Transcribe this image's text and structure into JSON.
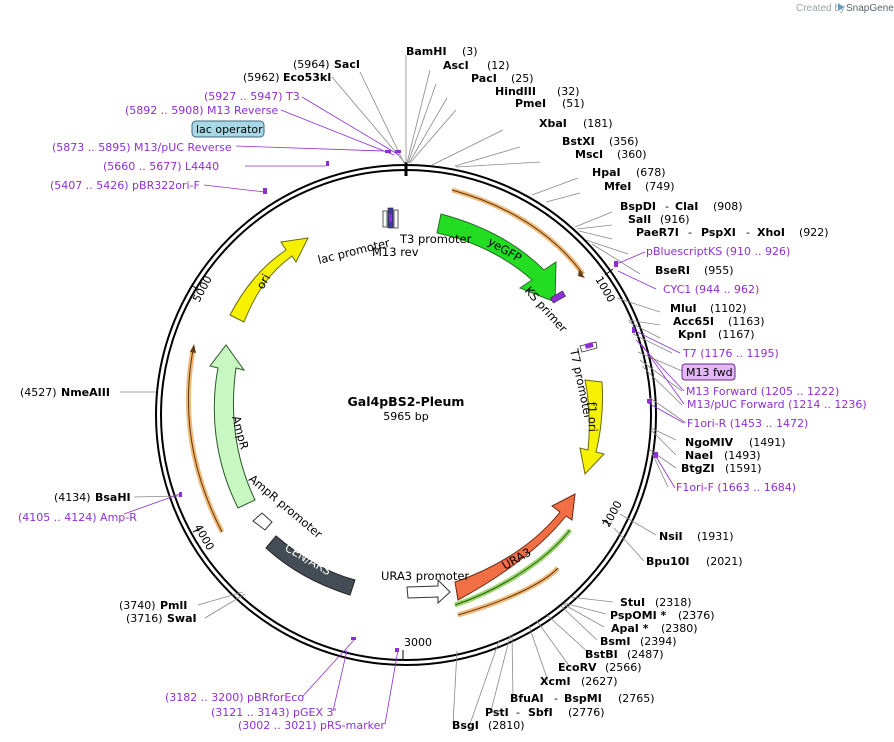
{
  "watermark": {
    "created_by": "Created by",
    "product": "SnapGene",
    "color": "#5aa0c8"
  },
  "plasmid": {
    "name": "Gal4pBS2-Pleum",
    "size": "5965 bp"
  },
  "ticks": [
    "1000",
    "2000",
    "3000",
    "4000",
    "5000"
  ],
  "sites": {
    "bamhi": "BamHI",
    "bamhi_pos": "(3)",
    "asci": "AscI",
    "asci_pos": "(12)",
    "paci": "PacI",
    "paci_pos": "(25)",
    "hindiii": "HindIII",
    "hindiii_pos": "(32)",
    "pmei": "PmeI",
    "pmei_pos": "(51)",
    "xbai": "XbaI",
    "xbai_pos": "(181)",
    "bstxi": "BstXI",
    "bstxi_pos": "(356)",
    "msci": "MscI",
    "msci_pos": "(360)",
    "hpai": "HpaI",
    "hpai_pos": "(678)",
    "mfei": "MfeI",
    "mfei_pos": "(749)",
    "bspdi": "BspDI",
    "dash1": "-",
    "clai": "ClaI",
    "clai_pos": "(908)",
    "sali": "SalI",
    "sali_pos": "(916)",
    "paer7i": "PaeR7I",
    "dash2": "-",
    "pspxi": "PspXI",
    "dash3": "-",
    "xhoi": "XhoI",
    "xhoi_pos": "(922)",
    "bseri": "BseRI",
    "bseri_pos": "(955)",
    "mlui": "MluI",
    "mlui_pos": "(1102)",
    "acc65i": "Acc65I",
    "acc65i_pos": "(1163)",
    "kpni": "KpnI",
    "kpni_pos": "(1167)",
    "ngomiv": "NgoMIV",
    "ngomiv_pos": "(1491)",
    "naei": "NaeI",
    "naei_pos": "(1493)",
    "btgzi": "BtgZI",
    "btgzi_pos": "(1591)",
    "nsii": "NsiI",
    "nsii_pos": "(1931)",
    "bpu10i": "Bpu10I",
    "bpu10i_pos": "(2021)",
    "stui": "StuI",
    "stui_pos": "(2318)",
    "pspomi": "PspOMI *",
    "pspomi_pos": "(2376)",
    "apai": "ApaI *",
    "apai_pos": "(2380)",
    "bsmi": "BsmI",
    "bsmi_pos": "(2394)",
    "bstbi": "BstBI",
    "bstbi_pos": "(2487)",
    "ecorv": "EcoRV",
    "ecorv_pos": "(2566)",
    "xcmi": "XcmI",
    "xcmi_pos": "(2627)",
    "bfuai": "BfuAI",
    "dash4": "-",
    "bspmi": "BspMI",
    "bspmi_pos": "(2765)",
    "psti": "PstI",
    "dash5": "-",
    "sbfi": "SbfI",
    "sbfi_pos": "(2776)",
    "bsgi": "BsgI",
    "bsgi_pos": "(2810)",
    "pmli_pos": "(3740)",
    "pmli": "PmlI",
    "swai_pos": "(3716)",
    "swai": "SwaI",
    "bsahi_pos": "(4134)",
    "bsahi": "BsaHI",
    "nmeaiii_pos": "(4527)",
    "nmeaiii": "NmeAIII",
    "saci_pos": "(5964)",
    "saci": "SacI",
    "eco53ki_pos": "(5962)",
    "eco53ki": "Eco53kI"
  },
  "primers": {
    "t3": "(5927 .. 5947)  T3",
    "m13rev": "(5892 .. 5908)  M13 Reverse",
    "lac_operator": "lac operator",
    "m13puc_rev": "(5873 .. 5895)  M13/pUC Reverse",
    "l4440": "(5660 .. 5677)  L4440",
    "pbr322ori": "(5407 .. 5426)  pBR322ori-F",
    "pbluescriptks": "pBluescriptKS    (910 .. 926)",
    "cyc1": "CYC1    (944 .. 962)",
    "t7": "T7    (1176 .. 1195)",
    "m13fwd_box": "M13 fwd",
    "m13forward": "M13 Forward    (1205 .. 1222)",
    "m13puc_fwd": "M13/pUC Forward    (1214 .. 1236)",
    "f1ori_r": "F1ori-R    (1453 .. 1472)",
    "f1ori_f": "F1ori-F    (1663 .. 1684)",
    "ampr_primer": "(4105 .. 4124)  Amp-R",
    "pbrforeco": "(3182 .. 3200)  pBRforEco",
    "pgex3": "(3121 .. 3143)  pGEX 3'",
    "prsmarker": "(3002 .. 3021)  pRS-marker"
  },
  "features": {
    "yegfp": "yeGFP",
    "ks_primer": "KS primer",
    "t7_promoter": "T7 promoter",
    "f1_ori": "f1 ori",
    "ura3": "URA3",
    "ura3_promoter": "URA3 promoter",
    "cen_ars": "CEN/ARS",
    "ampr_promoter": "AmpR promoter",
    "ampr": "AmpR",
    "ori": "ori",
    "lac_promoter": "lac promoter",
    "t3_promoter": "T3 promoter",
    "m13_rev": "M13 rev"
  },
  "colors": {
    "yegfp": "#22dd22",
    "ura3": "#f26f45",
    "ori": "#f5f100",
    "f1ori": "#f5f100",
    "cen_ars": "#444c55",
    "ampr": "#c8f7c2",
    "feature_label": "#8e2fd6",
    "orange_outline": "#f2b878"
  }
}
